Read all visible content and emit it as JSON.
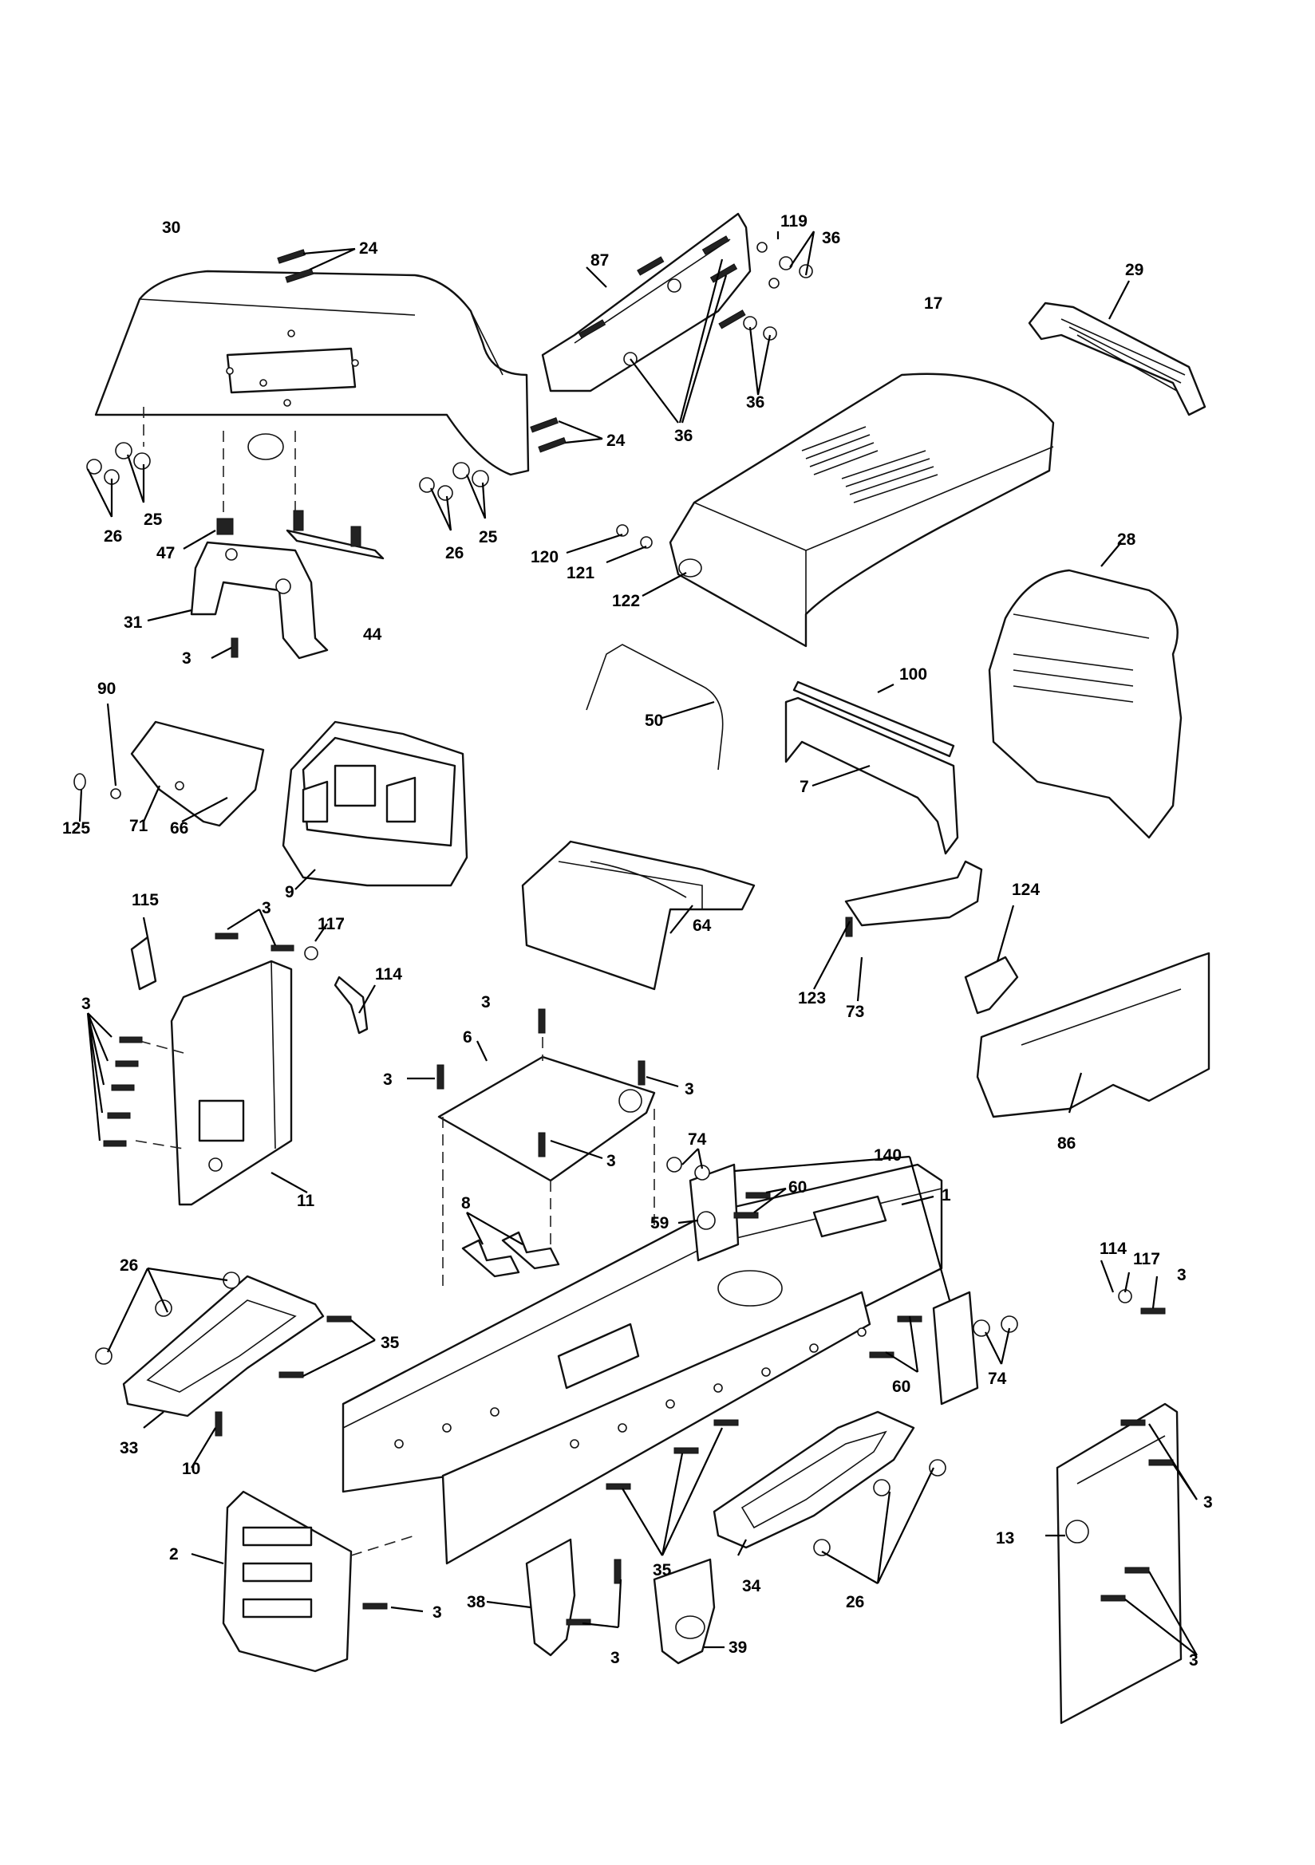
{
  "diagram": {
    "labels": {
      "l30": "30",
      "l24a": "24",
      "l87": "87",
      "l119": "119",
      "l36a": "36",
      "l29": "29",
      "l17": "17",
      "l36b": "36",
      "l36c": "36",
      "l24b": "24",
      "l26a": "26",
      "l25a": "25",
      "l26b": "26",
      "l25b": "25",
      "l47": "47",
      "l31": "31",
      "l44": "44",
      "l3a": "3",
      "l120": "120",
      "l121": "121",
      "l122": "122",
      "l28": "28",
      "l100": "100",
      "l50": "50",
      "l7": "7",
      "l90": "90",
      "l125": "125",
      "l71": "71",
      "l66": "66",
      "l9": "9",
      "l64": "64",
      "l124": "124",
      "l123": "123",
      "l73": "73",
      "l115": "115",
      "l3b": "3",
      "l117a": "117",
      "l114a": "114",
      "l3c": "3",
      "l11": "11",
      "l3d": "3",
      "l6": "6",
      "l3e": "3",
      "l3f": "3",
      "l3g": "3",
      "l86": "86",
      "l74a": "74",
      "l140": "140",
      "l60a": "60",
      "l1": "1",
      "l59": "59",
      "l8": "8",
      "l26c": "26",
      "l35a": "35",
      "l60b": "60",
      "l74b": "74",
      "l114b": "114",
      "l117b": "117",
      "l3h": "3",
      "l33": "33",
      "l10": "10",
      "l3i": "3",
      "l13": "13",
      "l35b": "35",
      "l2": "2",
      "l3j": "3",
      "l34": "34",
      "l26d": "26",
      "l38": "38",
      "l3k": "3",
      "l39": "39",
      "l3l": "3"
    }
  }
}
